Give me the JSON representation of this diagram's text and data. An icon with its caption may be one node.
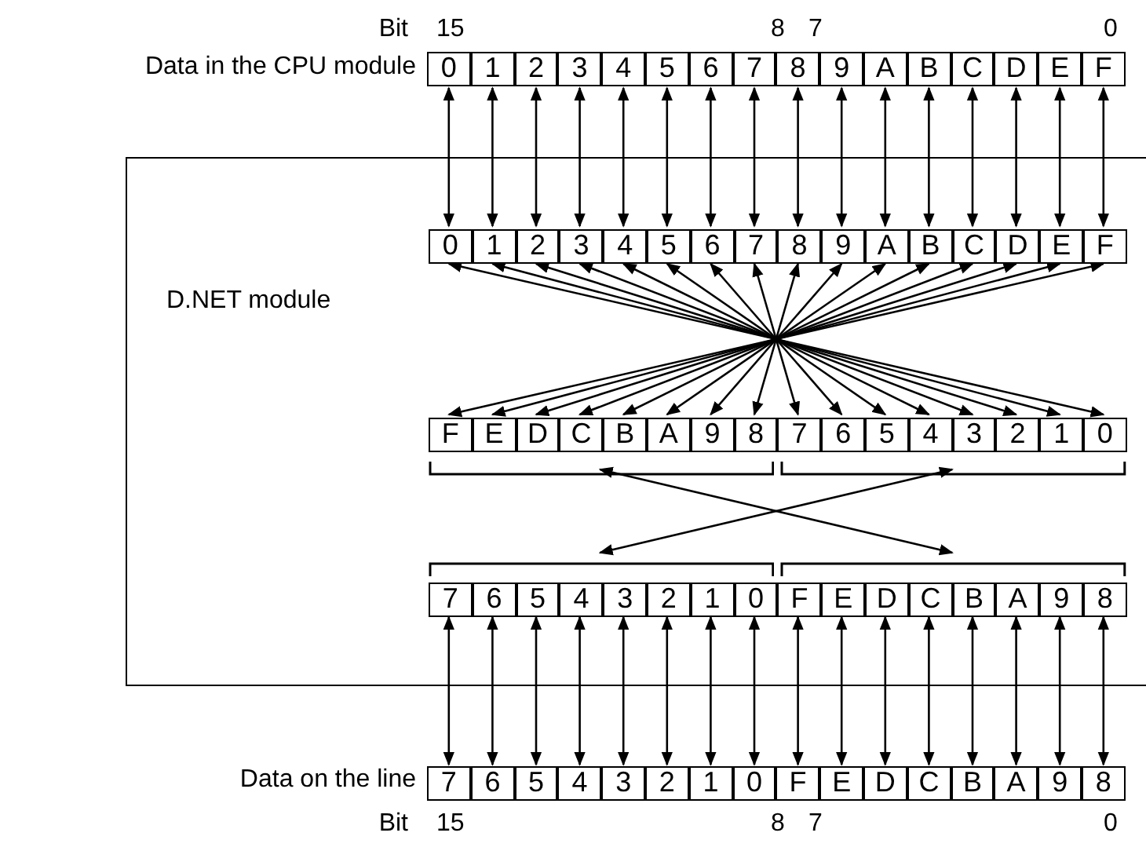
{
  "diagram": {
    "nodes": [
      {
        "text": [
          "D.NET module"
        ]
      },
      {
        "text": [
          "0"
        ]
      },
      {
        "text": [
          "1"
        ]
      },
      {
        "text": [
          "2"
        ]
      },
      {
        "text": [
          "3"
        ]
      },
      {
        "text": [
          "4"
        ]
      },
      {
        "text": [
          "5"
        ]
      },
      {
        "text": [
          "6"
        ]
      },
      {
        "text": [
          "7"
        ]
      },
      {
        "text": [
          "8"
        ]
      },
      {
        "text": [
          "9"
        ]
      },
      {
        "text": [
          "A"
        ]
      },
      {
        "text": [
          "B"
        ]
      },
      {
        "text": [
          "C"
        ]
      },
      {
        "text": [
          "D"
        ]
      },
      {
        "text": [
          "E"
        ]
      },
      {
        "text": [
          "F"
        ]
      },
      {
        "text": [
          "0"
        ],
        "in": 0
      },
      {
        "text": [
          "1"
        ],
        "in": 0
      },
      {
        "text": [
          "2"
        ],
        "in": 0
      },
      {
        "text": [
          "3"
        ],
        "in": 0
      },
      {
        "text": [
          "4"
        ],
        "in": 0
      },
      {
        "text": [
          "5"
        ],
        "in": 0
      },
      {
        "text": [
          "6"
        ],
        "in": 0
      },
      {
        "text": [
          "7"
        ],
        "in": 0
      },
      {
        "text": [
          "8"
        ],
        "in": 0
      },
      {
        "text": [
          "9"
        ],
        "in": 0
      },
      {
        "text": [
          "A"
        ],
        "in": 0
      },
      {
        "text": [
          "B"
        ],
        "in": 0
      },
      {
        "text": [
          "C"
        ],
        "in": 0
      },
      {
        "text": [
          "D"
        ],
        "in": 0
      },
      {
        "text": [
          "E"
        ],
        "in": 0
      },
      {
        "text": [
          "F"
        ],
        "in": 0
      },
      {
        "text": [
          "F"
        ],
        "in": 0
      },
      {
        "text": [
          "E"
        ],
        "in": 0
      },
      {
        "text": [
          "D"
        ],
        "in": 0
      },
      {
        "text": [
          "C"
        ],
        "in": 0
      },
      {
        "text": [
          "B"
        ],
        "in": 0
      },
      {
        "text": [
          "A"
        ],
        "in": 0
      },
      {
        "text": [
          "9"
        ],
        "in": 0
      },
      {
        "text": [
          "8"
        ],
        "in": 0
      },
      {
        "text": [
          "7"
        ],
        "in": 0
      },
      {
        "text": [
          "6"
        ],
        "in": 0
      },
      {
        "text": [
          "5"
        ],
        "in": 0
      },
      {
        "text": [
          "4"
        ],
        "in": 0
      },
      {
        "text": [
          "3"
        ],
        "in": 0
      },
      {
        "text": [
          "2"
        ],
        "in": 0
      },
      {
        "text": [
          "1"
        ],
        "in": 0
      },
      {
        "text": [
          "0"
        ],
        "in": 0
      },
      {
        "text": [],
        "shape": "bracket",
        "in": 0
      },
      {
        "text": [],
        "shape": "bracket",
        "in": 0
      },
      {
        "text": [],
        "shape": "bracket",
        "in": 0
      },
      {
        "text": [],
        "shape": "bracket",
        "in": 0
      },
      {
        "text": [
          "7"
        ],
        "in": 0
      },
      {
        "text": [
          "6"
        ],
        "in": 0
      },
      {
        "text": [
          "5"
        ],
        "in": 0
      },
      {
        "text": [
          "4"
        ],
        "in": 0
      },
      {
        "text": [
          "3"
        ],
        "in": 0
      },
      {
        "text": [
          "2"
        ],
        "in": 0
      },
      {
        "text": [
          "1"
        ],
        "in": 0
      },
      {
        "text": [
          "0"
        ],
        "in": 0
      },
      {
        "text": [
          "F"
        ],
        "in": 0
      },
      {
        "text": [
          "E"
        ],
        "in": 0
      },
      {
        "text": [
          "D"
        ],
        "in": 0
      },
      {
        "text": [
          "C"
        ],
        "in": 0
      },
      {
        "text": [
          "B"
        ],
        "in": 0
      },
      {
        "text": [
          "A"
        ],
        "in": 0
      },
      {
        "text": [
          "9"
        ],
        "in": 0
      },
      {
        "text": [
          "8"
        ],
        "in": 0
      },
      {
        "text": [
          "7"
        ]
      },
      {
        "text": [
          "6"
        ]
      },
      {
        "text": [
          "5"
        ]
      },
      {
        "text": [
          "4"
        ]
      },
      {
        "text": [
          "3"
        ]
      },
      {
        "text": [
          "2"
        ]
      },
      {
        "text": [
          "1"
        ]
      },
      {
        "text": [
          "0"
        ]
      },
      {
        "text": [
          "F"
        ]
      },
      {
        "text": [
          "E"
        ]
      },
      {
        "text": [
          "D"
        ]
      },
      {
        "text": [
          "C"
        ]
      },
      {
        "text": [
          "B"
        ]
      },
      {
        "text": [
          "A"
        ]
      },
      {
        "text": [
          "9"
        ]
      },
      {
        "text": [
          "8"
        ]
      }
    ],
    "edges": [
      {
        "from": 1,
        "to": 17,
        "arrow": "both"
      },
      {
        "from": 2,
        "to": 18,
        "arrow": "both"
      },
      {
        "from": 3,
        "to": 19,
        "arrow": "both"
      },
      {
        "from": 4,
        "to": 20,
        "arrow": "both"
      },
      {
        "from": 5,
        "to": 21,
        "arrow": "both"
      },
      {
        "from": 6,
        "to": 22,
        "arrow": "both"
      },
      {
        "from": 7,
        "to": 23,
        "arrow": "both"
      },
      {
        "from": 8,
        "to": 24,
        "arrow": "both"
      },
      {
        "from": 9,
        "to": 25,
        "arrow": "both"
      },
      {
        "from": 10,
        "to": 26,
        "arrow": "both"
      },
      {
        "from": 11,
        "to": 27,
        "arrow": "both"
      },
      {
        "from": 12,
        "to": 28,
        "arrow": "both"
      },
      {
        "from": 13,
        "to": 29,
        "arrow": "both"
      },
      {
        "from": 14,
        "to": 30,
        "arrow": "both"
      },
      {
        "from": 15,
        "to": 31,
        "arrow": "both"
      },
      {
        "from": 16,
        "to": 32,
        "arrow": "both"
      },
      {
        "from": 17,
        "to": 48,
        "arrow": "both"
      },
      {
        "from": 18,
        "to": 47,
        "arrow": "both"
      },
      {
        "from": 19,
        "to": 46,
        "arrow": "both"
      },
      {
        "from": 20,
        "to": 45,
        "arrow": "both"
      },
      {
        "from": 21,
        "to": 44,
        "arrow": "both"
      },
      {
        "from": 22,
        "to": 43,
        "arrow": "both"
      },
      {
        "from": 23,
        "to": 42,
        "arrow": "both"
      },
      {
        "from": 24,
        "to": 41,
        "arrow": "both"
      },
      {
        "from": 25,
        "to": 40,
        "arrow": "both"
      },
      {
        "from": 26,
        "to": 39,
        "arrow": "both"
      },
      {
        "from": 27,
        "to": 38,
        "arrow": "both"
      },
      {
        "from": 28,
        "to": 37,
        "arrow": "both"
      },
      {
        "from": 29,
        "to": 36,
        "arrow": "both"
      },
      {
        "from": 30,
        "to": 35,
        "arrow": "both"
      },
      {
        "from": 31,
        "to": 34,
        "arrow": "both"
      },
      {
        "from": 32,
        "to": 33,
        "arrow": "both"
      },
      {
        "from": 49,
        "to": 52,
        "arrow": "both"
      },
      {
        "from": 50,
        "to": 51,
        "arrow": "both"
      },
      {
        "from": 53,
        "to": 69,
        "arrow": "both"
      },
      {
        "from": 54,
        "to": 70,
        "arrow": "both"
      },
      {
        "from": 55,
        "to": 71,
        "arrow": "both"
      },
      {
        "from": 56,
        "to": 72,
        "arrow": "both"
      },
      {
        "from": 57,
        "to": 73,
        "arrow": "both"
      },
      {
        "from": 58,
        "to": 74,
        "arrow": "both"
      },
      {
        "from": 59,
        "to": 75,
        "arrow": "both"
      },
      {
        "from": 60,
        "to": 76,
        "arrow": "both"
      },
      {
        "from": 61,
        "to": 77,
        "arrow": "both"
      },
      {
        "from": 62,
        "to": 78,
        "arrow": "both"
      },
      {
        "from": 63,
        "to": 79,
        "arrow": "both"
      },
      {
        "from": 64,
        "to": 80,
        "arrow": "both"
      },
      {
        "from": 65,
        "to": 81,
        "arrow": "both"
      },
      {
        "from": 66,
        "to": 82,
        "arrow": "both"
      },
      {
        "from": 67,
        "to": 83,
        "arrow": "both"
      },
      {
        "from": 68,
        "to": 84,
        "arrow": "both"
      }
    ],
    "labels": [
      "Bit",
      "15",
      "8",
      "7",
      "0",
      "Data in the CPU module",
      "Data on the line",
      "Bit",
      "15",
      "8",
      "7",
      "0"
    ]
  }
}
